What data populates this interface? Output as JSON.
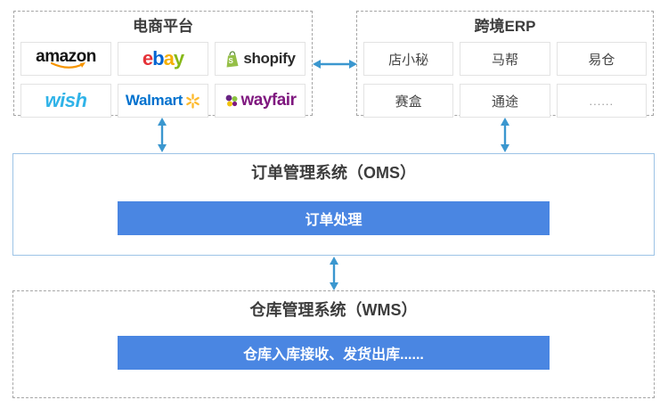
{
  "platform_box": {
    "title": "电商平台"
  },
  "platforms": {
    "amazon": {
      "text": "amazon"
    },
    "ebay": {
      "letters": [
        "e",
        "b",
        "a",
        "y"
      ]
    },
    "shopify": {
      "text": "shopify"
    },
    "wish": {
      "text": "wish"
    },
    "walmart": {
      "text": "Walmart"
    },
    "wayfair": {
      "text": "wayfair"
    }
  },
  "erp_box": {
    "title": "跨境ERP",
    "cells": [
      "店小秘",
      "马帮",
      "易仓",
      "赛盒",
      "通途",
      "......"
    ]
  },
  "oms_box": {
    "title": "订单管理系统（OMS）",
    "process_bar": "订单处理"
  },
  "wms_box": {
    "title": "仓库管理系统（WMS）",
    "process_bar": "仓库入库接收、发货出库......"
  },
  "icons": {
    "shopify_bag_letter": "S"
  },
  "colors": {
    "arrow": "#3b97cf",
    "oms_border": "#9dc3e6",
    "dashed_border": "#a6a6a6",
    "cell_border": "#e3e3e3",
    "process_bar_bg": "#4a86e2",
    "process_bar_text": "#ffffff",
    "title_text": "#3c3c3c",
    "amazon_text": "#131313",
    "amazon_smile": "#f79500",
    "ebay_e": "#e53238",
    "ebay_b": "#0064d2",
    "ebay_a": "#f5af02",
    "ebay_y": "#86b817",
    "shopify_green": "#95bf47",
    "shopify_text": "#2b2b2b",
    "wish_blue": "#30b3e8",
    "walmart_blue": "#0071ce",
    "walmart_spark": "#fdbb30",
    "wayfair_purple": "#7f187f"
  }
}
